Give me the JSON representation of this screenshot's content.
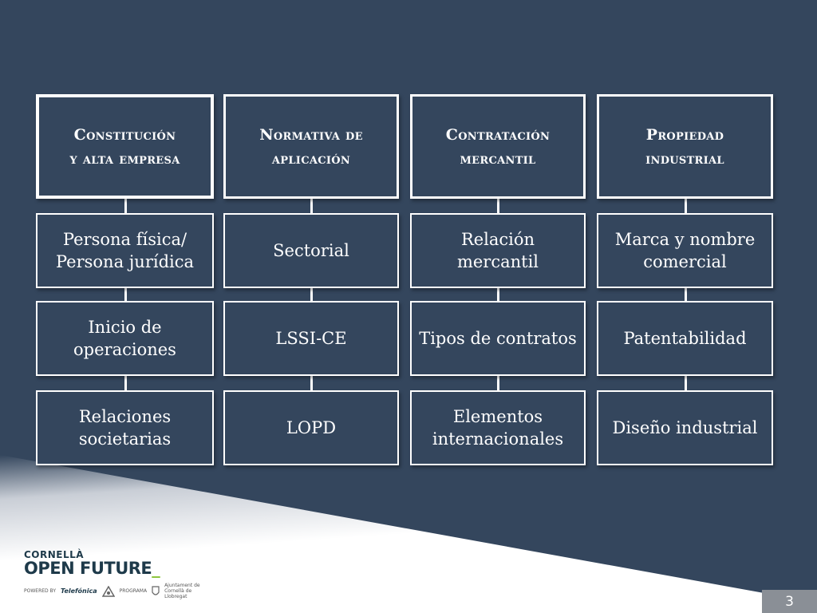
{
  "columns": [
    {
      "header": [
        "Constitución",
        "y alta empresa"
      ],
      "items": [
        [
          "Persona física/",
          "Persona jurídica"
        ],
        [
          "Inicio de",
          "operaciones"
        ],
        [
          "Relaciones",
          "societarias"
        ]
      ]
    },
    {
      "header": [
        "Normativa de",
        "aplicación"
      ],
      "items": [
        [
          "Sectorial"
        ],
        [
          "LSSI-CE"
        ],
        [
          "LOPD"
        ]
      ]
    },
    {
      "header": [
        "Contratación",
        "mercantil"
      ],
      "items": [
        [
          "Relación",
          "mercantil"
        ],
        [
          "Tipos de contratos"
        ],
        [
          "Elementos",
          "internacionales"
        ]
      ]
    },
    {
      "header": [
        "Propiedad",
        "industrial"
      ],
      "items": [
        [
          "Marca y nombre",
          "comercial"
        ],
        [
          "Patentabilidad"
        ],
        [
          "Diseño industrial"
        ]
      ]
    }
  ],
  "logo": {
    "line1": "CORNELLÀ",
    "line2": "OPEN FUTURE",
    "powered_by": "POWERED BY",
    "telefonica": "Telefónica",
    "partner1": "PROGRAMA",
    "partner2": "Ajuntament de Cornellà de Llobregat"
  },
  "page_number": "3",
  "colors": {
    "background": "#34465d",
    "box_border": "#ffffff",
    "text": "#ffffff",
    "page_badge": "#8a8f96"
  }
}
